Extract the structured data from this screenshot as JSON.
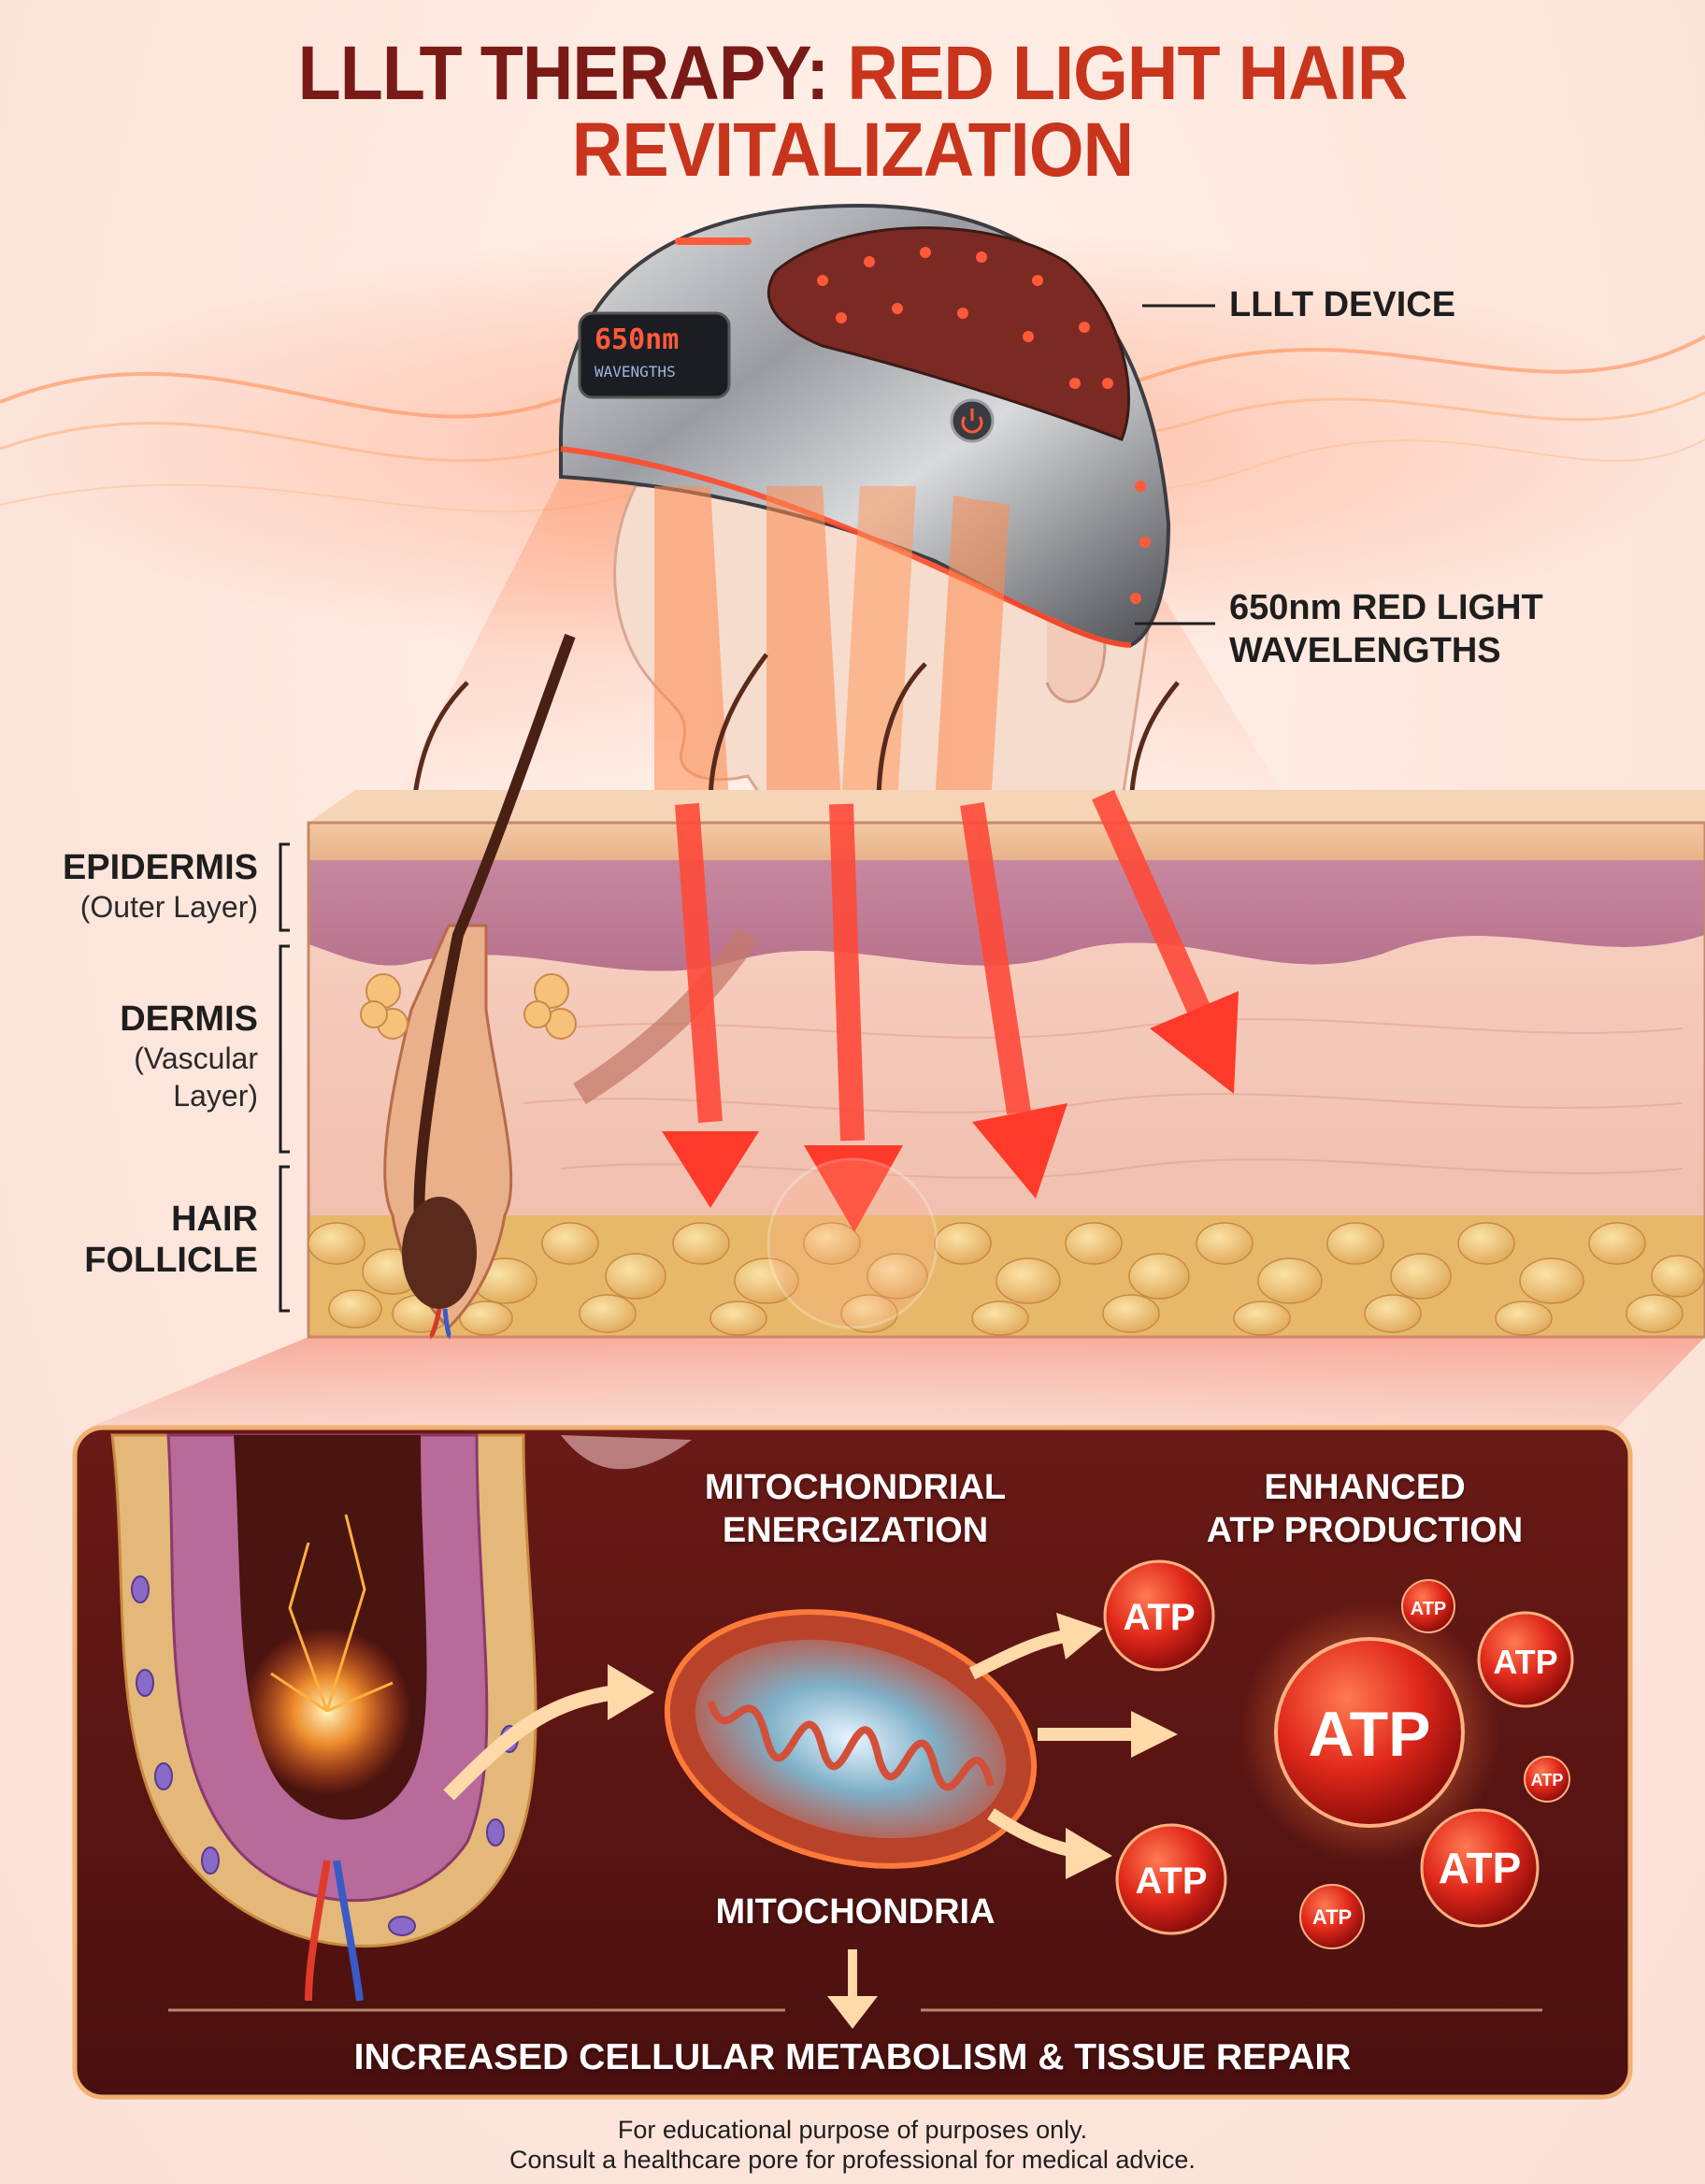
{
  "title": {
    "part1": "LLLT THERAPY: ",
    "part2": "RED LIGHT HAIR REVITALIZATION"
  },
  "device": {
    "display_value": "650nm",
    "display_sub": "WAVENGTHS"
  },
  "callouts": {
    "device": "LLLT DEVICE",
    "wavelength_line1": "650nm RED LIGHT",
    "wavelength_line2": "WAVELENGTHS"
  },
  "layers": {
    "epidermis": {
      "name": "EPIDERMIS",
      "sub": "(Outer Layer)"
    },
    "dermis": {
      "name": "DERMIS",
      "sub_line1": "(Vascular",
      "sub_line2": "Layer)"
    },
    "follicle": {
      "name_line1": "HAIR",
      "name_line2": "FOLLICLE"
    }
  },
  "panel": {
    "mito_heading_line1": "MITOCHONDRIAL",
    "mito_heading_line2": "ENERGIZATION",
    "atp_heading_line1": "ENHANCED",
    "atp_heading_line2": "ATP PRODUCTION",
    "mito_label": "MITOCHONDRIA",
    "atp_label": "ATP",
    "result": "INCREASED CELLULAR METABOLISM & TISSUE REPAIR"
  },
  "footer": {
    "line1": "For educational purpose of purposes only.",
    "line2": "Consult a healthcare pore for professional for medical advice."
  },
  "colors": {
    "title_dark": "#7a1a16",
    "title_accent": "#c8341c",
    "panel_bg": "#5a1614",
    "light_red": "#e8281c"
  }
}
